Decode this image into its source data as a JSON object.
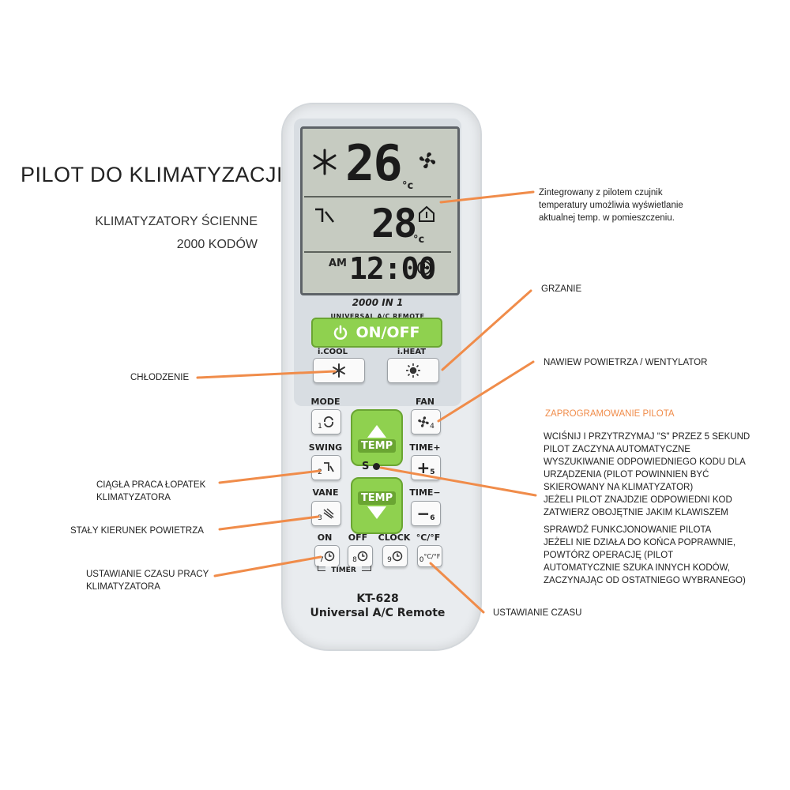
{
  "heading": {
    "title": "PILOT DO KLIMATYZACJI",
    "subtitle_1": "KLIMATYZATORY ŚCIENNE",
    "subtitle_2": "2000 KODÓW"
  },
  "display": {
    "set_temp": "26",
    "room_temp": "28",
    "unit": "°c",
    "am": "AM",
    "clock": "12:00"
  },
  "remote": {
    "brand_line_1": "2000 IN 1",
    "brand_line_2": "UNIVERSAL A/C REMOTE",
    "onoff_label": "ON/OFF",
    "icool_label": "i.COOL",
    "iheat_label": "i.HEAT",
    "mode_label": "MODE",
    "fan_label": "FAN",
    "swing_label": "SWING",
    "time_plus_label": "TIME+",
    "vane_label": "VANE",
    "time_minus_label": "TIME−",
    "temp_label": "TEMP",
    "s_label": "S",
    "on_label": "ON",
    "off_label": "OFF",
    "clock_label": "CLOCK",
    "cf_label": "°C/°F",
    "timer_label": "TIMER",
    "key_1": "1",
    "key_2": "2",
    "key_3": "3",
    "key_4": "4",
    "key_5": "5",
    "key_6": "6",
    "key_7": "7",
    "key_8": "8",
    "key_9": "9",
    "key_0": "0",
    "cf_glyph": "°C/°F",
    "plus_glyph": "+",
    "minus_glyph": "−",
    "model": "KT-628",
    "model_sub": "Universal A/C Remote"
  },
  "annotations": {
    "sensor_1": "Zintegrowany z pilotem czujnik",
    "sensor_2": "temperatury umożliwia wyświetlanie",
    "sensor_3": "aktualnej temp. w pomieszczeniu.",
    "heating": "GRZANIE",
    "cooling": "CHŁODZENIE",
    "fan": "NAWIEW POWIETRZA / WENTYLATOR",
    "programming_title": "ZAPROGRAMOWANIE PILOTA",
    "prog_1": "WCIŚNIJ I PRZYTRZYMAJ \"S\" PRZEZ 5 SEKUND",
    "prog_2": "PILOT ZACZYNA AUTOMATYCZNE",
    "prog_3": "WYSZUKIWANIE ODPOWIEDNIEGO KODU  DLA",
    "prog_4": "URZĄDZENIA (PILOT POWINNIEN BYĆ",
    "prog_5": "SKIEROWANY NA KLIMATYZATOR)",
    "prog_6": "JEŻELI PILOT ZNAJDZIE ODPOWIEDNI KOD",
    "prog_7": "ZATWIERZ OBOJĘTNIE JAKIM KLAWISZEM",
    "prog_8": "SPRAWDŹ FUNKCJONOWANIE PILOTA",
    "prog_9": "JEŻELI NIE DZIAŁA DO KOŃCA POPRAWNIE,",
    "prog_10": "POWTÓRZ OPERACJĘ (PILOT",
    "prog_11": "AUTOMATYCZNIE SZUKA INNYCH KODÓW,",
    "prog_12": "ZACZYNAJĄC OD OSTATNIEGO WYBRANEGO)",
    "swing_1": "CIĄGŁA PRACA ŁOPATEK",
    "swing_2": "KLIMATYZATORA",
    "vane": "STAŁY  KIERUNEK POWIETRZA",
    "timer_1": "USTAWIANIE CZASU PRACY",
    "timer_2": "KLIMATYZATORA",
    "clock": "USTAWIANIE CZASU"
  },
  "colors": {
    "accent_orange": "#f08c4a",
    "button_green": "#8fd14f",
    "lcd": "#c6cbc1"
  }
}
